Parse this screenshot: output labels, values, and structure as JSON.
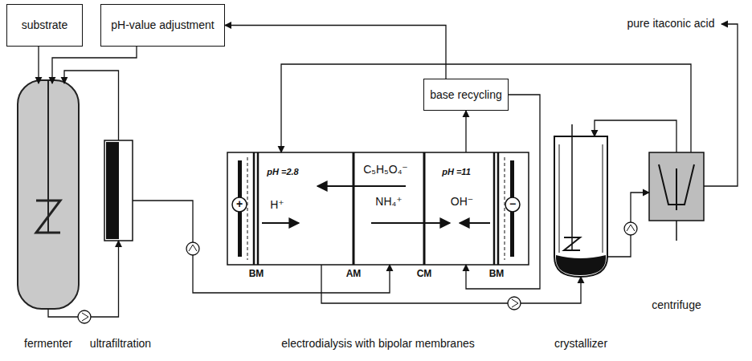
{
  "diagram": {
    "nodes": [
      {
        "text": [
          "substrate"
        ]
      },
      {
        "text": [
          "pH-value adjustment"
        ]
      },
      {
        "text": [
          "fermenter"
        ]
      },
      {
        "text": [
          "ultrafiltration"
        ]
      },
      {
        "text": [
          "electrodialysis with bipolar membranes"
        ]
      },
      {
        "text": [
          "base recycling"
        ]
      },
      {
        "text": [
          "crystallizer"
        ]
      },
      {
        "text": [
          "centrifuge"
        ]
      }
    ],
    "edges": [
      {
        "from": 0,
        "to": 2,
        "arrow": "to"
      },
      {
        "from": 1,
        "to": 2,
        "arrow": "to"
      },
      {
        "from": 2,
        "to": 3,
        "arrow": "to"
      },
      {
        "from": 3,
        "to": 2,
        "arrow": "to"
      },
      {
        "from": 3,
        "to": 4,
        "arrow": "to"
      },
      {
        "from": 4,
        "to": 5,
        "arrow": "to"
      },
      {
        "from": 5,
        "to": 1,
        "arrow": "to"
      },
      {
        "from": 5,
        "to": 4,
        "arrow": "to"
      },
      {
        "from": 4,
        "to": 6,
        "arrow": "to"
      },
      {
        "from": 6,
        "to": 7,
        "arrow": "to"
      },
      {
        "from": 7,
        "to": 6,
        "arrow": "to"
      },
      {
        "from": 7,
        "to": 4,
        "arrow": "to"
      }
    ],
    "labels": [
      "pure itaconic acid",
      "+",
      "pH =2.8",
      "H⁺",
      "C₅H₅O₄⁻",
      "NH₄⁺",
      "pH =11",
      "OH⁻",
      "−",
      "BM",
      "AM",
      "CM",
      "BM"
    ]
  }
}
